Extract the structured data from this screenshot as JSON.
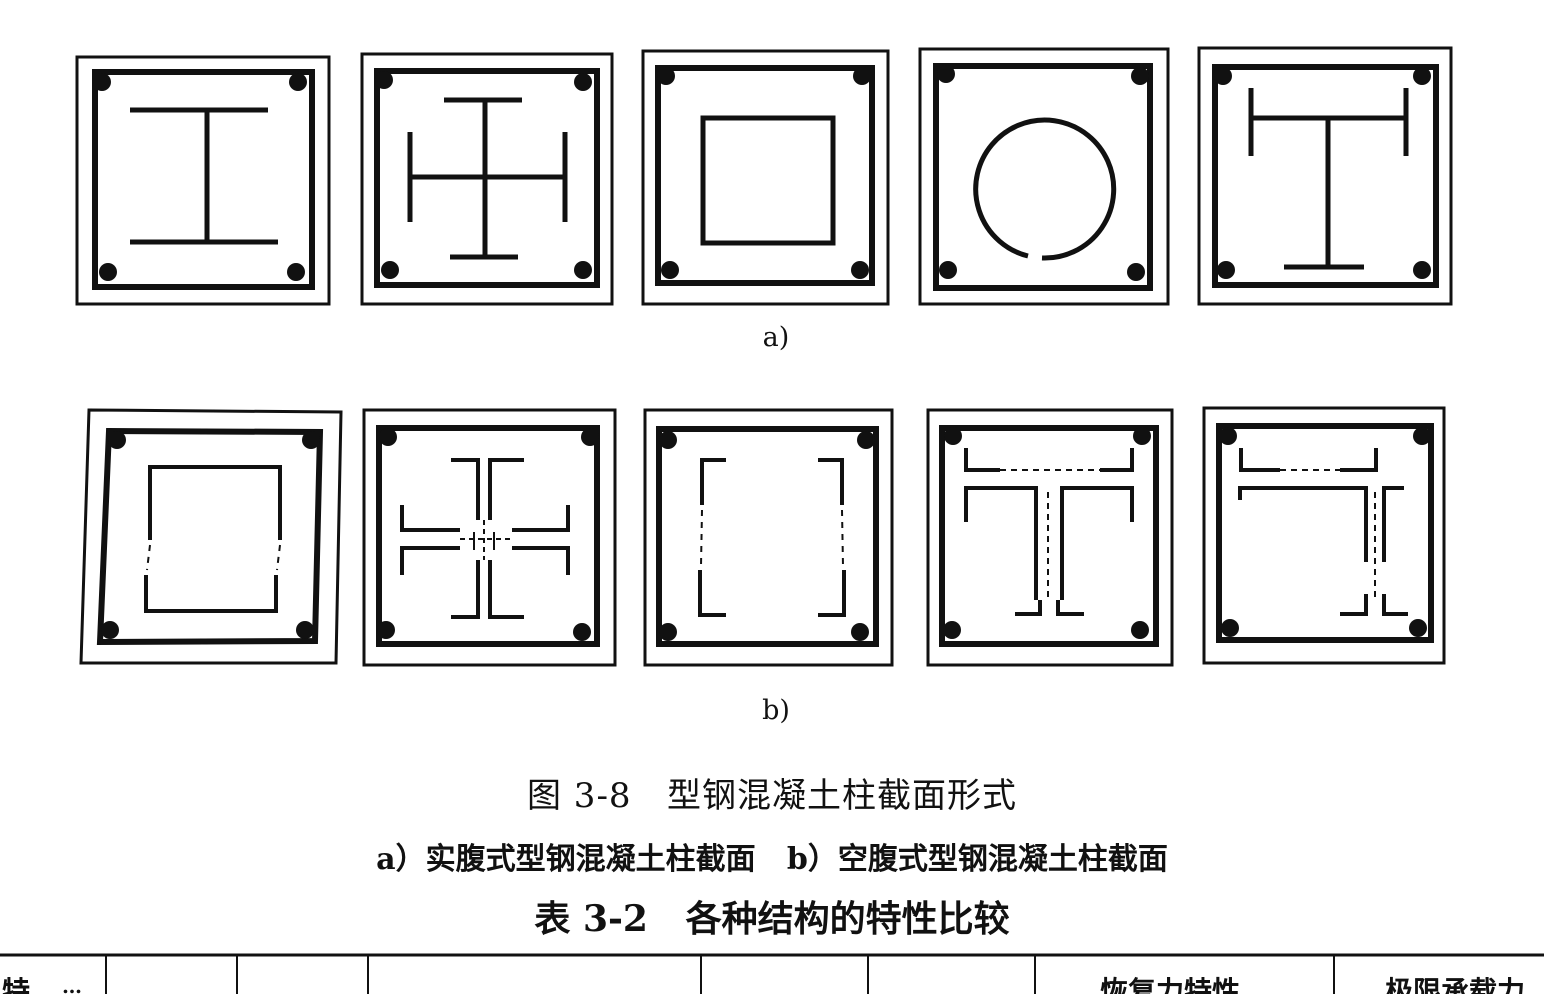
{
  "figure": {
    "row_a_label": "a)",
    "row_b_label": "b)",
    "title": "图 3-8   型钢混凝土柱截面形式",
    "subtitle": "a）实腹式型钢混凝土柱截面   b）空腹式型钢混凝土柱截面",
    "row_a_sections": [
      "I-shape",
      "cross-shape",
      "box-shape",
      "circular-tube",
      "T-shape"
    ],
    "row_b_sections": [
      "lattice-box",
      "lattice-cross",
      "lattice-channels",
      "lattice-pi",
      "lattice-L"
    ]
  },
  "table": {
    "title": "表 3-2   各种结构的特性比较",
    "header_fragments": [
      "特",
      "…",
      "恢复力特性",
      "极限承载力"
    ]
  }
}
